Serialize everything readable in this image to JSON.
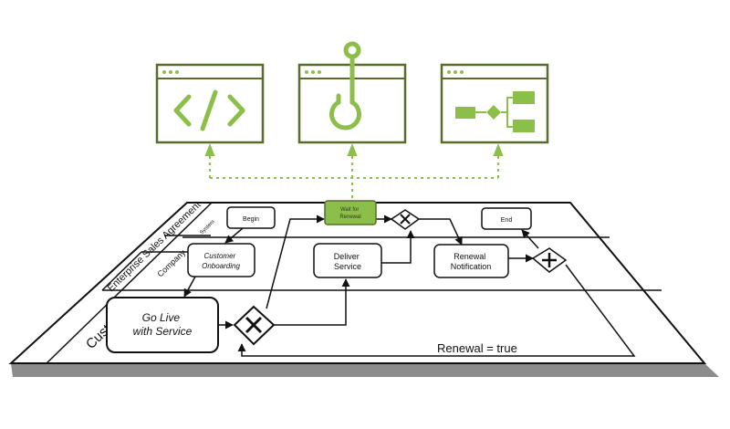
{
  "colors": {
    "accent_dark": "#5a6b2e",
    "accent_light": "#8cbf4a",
    "node_fill": "#ffffff",
    "stroke": "#111111",
    "board_shadow": "#8c8c8c"
  },
  "icons": {
    "code_window": "code-brackets-icon",
    "hook_window": "hook-icon",
    "flow_window": "flowchart-icon"
  },
  "pool": {
    "title": "Enterprise Sales Agreement",
    "lanes": {
      "system": "System",
      "company": "Company",
      "customer": "Customer"
    }
  },
  "nodes": {
    "begin": "Begin",
    "customer_onboarding": [
      "Customer",
      "Onboarding"
    ],
    "go_live": [
      "Go Live",
      "with Service"
    ],
    "deliver_service": [
      "Deliver",
      "Service"
    ],
    "wait_for_renewal": [
      "Wait for",
      "Renewal"
    ],
    "renewal_notification": [
      "Renewal",
      "Notification"
    ],
    "end": "End"
  },
  "condition_label": "Renewal = true"
}
